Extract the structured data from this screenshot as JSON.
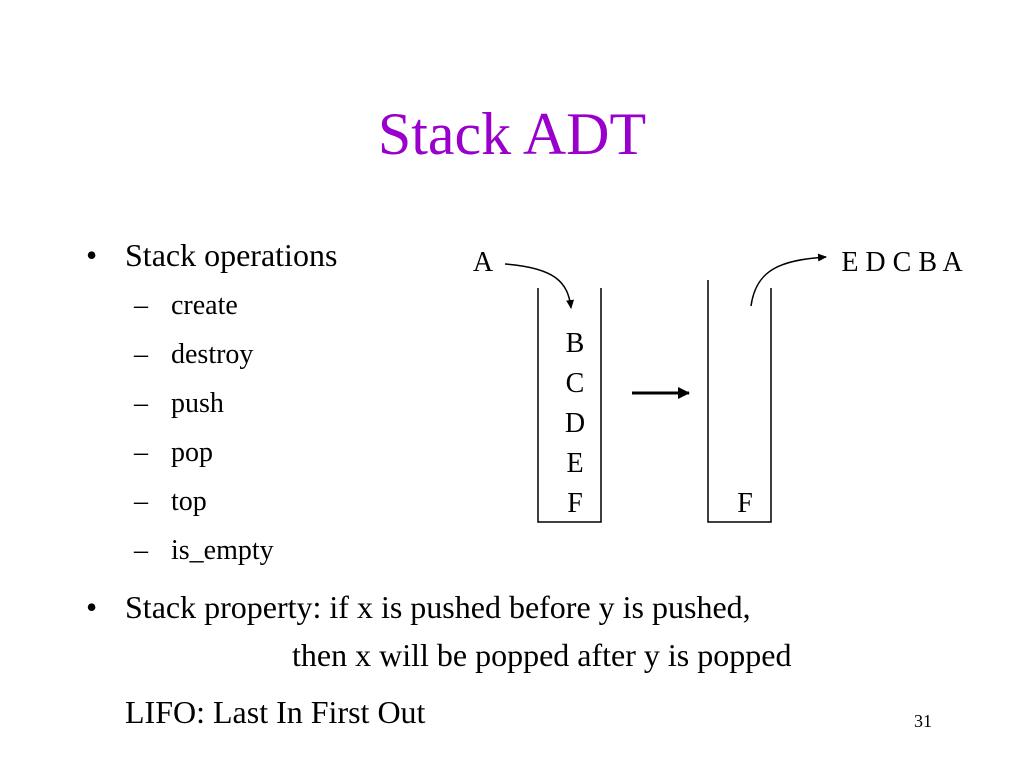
{
  "colors": {
    "title": "#9900CC",
    "text": "#000000",
    "background": "#FFFFFF"
  },
  "title": "Stack ADT",
  "bullets": [
    {
      "marker": "•",
      "text": "Stack operations",
      "subitems": [
        {
          "marker": "–",
          "text": "create"
        },
        {
          "marker": "–",
          "text": "destroy"
        },
        {
          "marker": "–",
          "text": "push"
        },
        {
          "marker": "–",
          "text": "pop"
        },
        {
          "marker": "–",
          "text": "top"
        },
        {
          "marker": "–",
          "text": "is_empty"
        }
      ]
    },
    {
      "marker": "•",
      "text": "Stack property: if x is pushed before y is pushed,",
      "continuation": "then x will be popped after y is popped"
    }
  ],
  "lifo": "LIFO: Last In First Out",
  "diagram": {
    "left_stack": {
      "incoming_label": "A",
      "contents": [
        "B",
        "C",
        "D",
        "E",
        "F"
      ]
    },
    "right_stack": {
      "contents": [
        "F"
      ],
      "outgoing_label": "E D C B A"
    }
  },
  "page_number": "31"
}
